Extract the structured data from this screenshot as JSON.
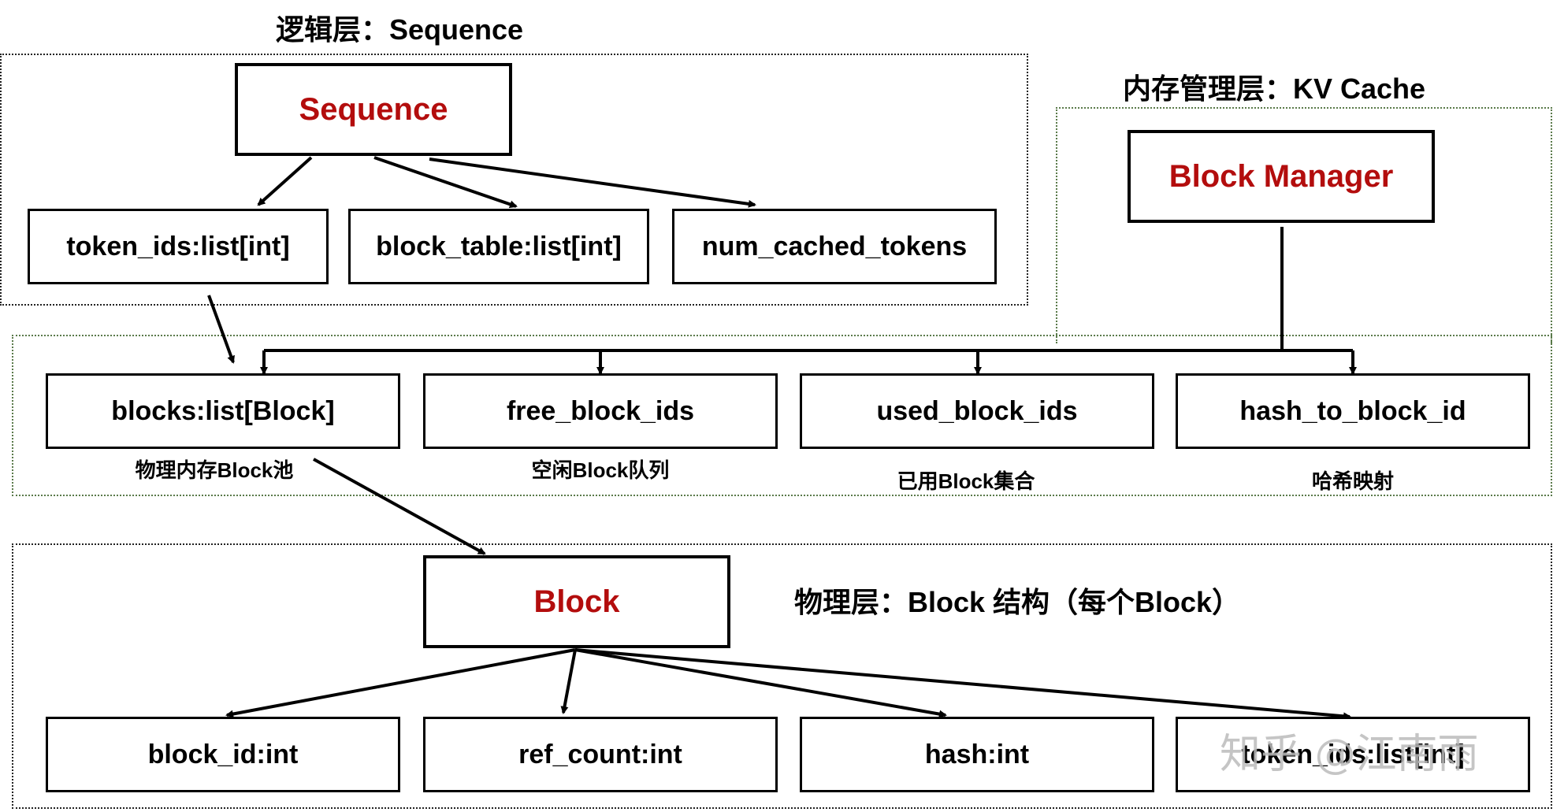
{
  "layers": {
    "logical": {
      "title": "逻辑层：Sequence",
      "root": "Sequence",
      "fields": [
        "token_ids:list[int]",
        "block_table:list[int]",
        "num_cached_tokens"
      ]
    },
    "memory": {
      "title": "内存管理层：KV Cache",
      "root": "Block Manager",
      "fields": [
        "blocks:list[Block]",
        "free_block_ids",
        "used_block_ids",
        "hash_to_block_id"
      ],
      "captions": [
        "物理内存Block池",
        "空闲Block队列",
        "已用Block集合",
        "哈希映射"
      ]
    },
    "physical": {
      "title": "物理层：Block 结构（每个Block）",
      "root": "Block",
      "fields": [
        "block_id:int",
        "ref_count:int",
        "hash:int",
        "token_ids:list[int]"
      ]
    }
  },
  "colors": {
    "root_text": "#b30d0d",
    "border": "#000000"
  },
  "watermark": "知乎 @江南雨"
}
